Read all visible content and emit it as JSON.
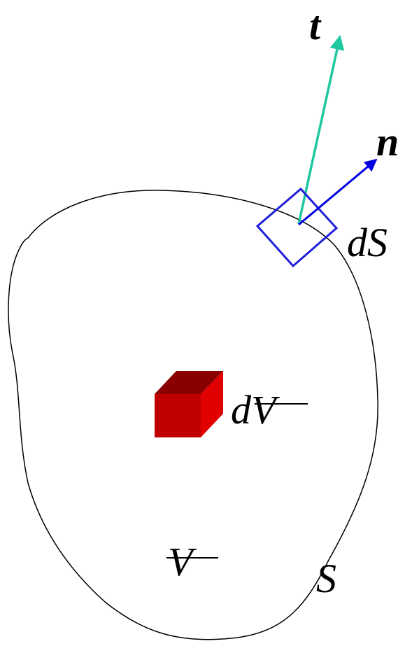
{
  "labels": {
    "traction_vector": "t",
    "normal_vector": "n",
    "surface_element": "dS",
    "volume_element": "dV",
    "volume": "V",
    "surface": "S"
  },
  "colors": {
    "traction_arrow": "#1ec8a0",
    "normal_arrow": "#0000e0",
    "surface_element_outline": "#2020d8",
    "body_outline": "#000000",
    "cube_front": "#c00000",
    "cube_side": "#e00000",
    "cube_top": "#8a0000"
  }
}
